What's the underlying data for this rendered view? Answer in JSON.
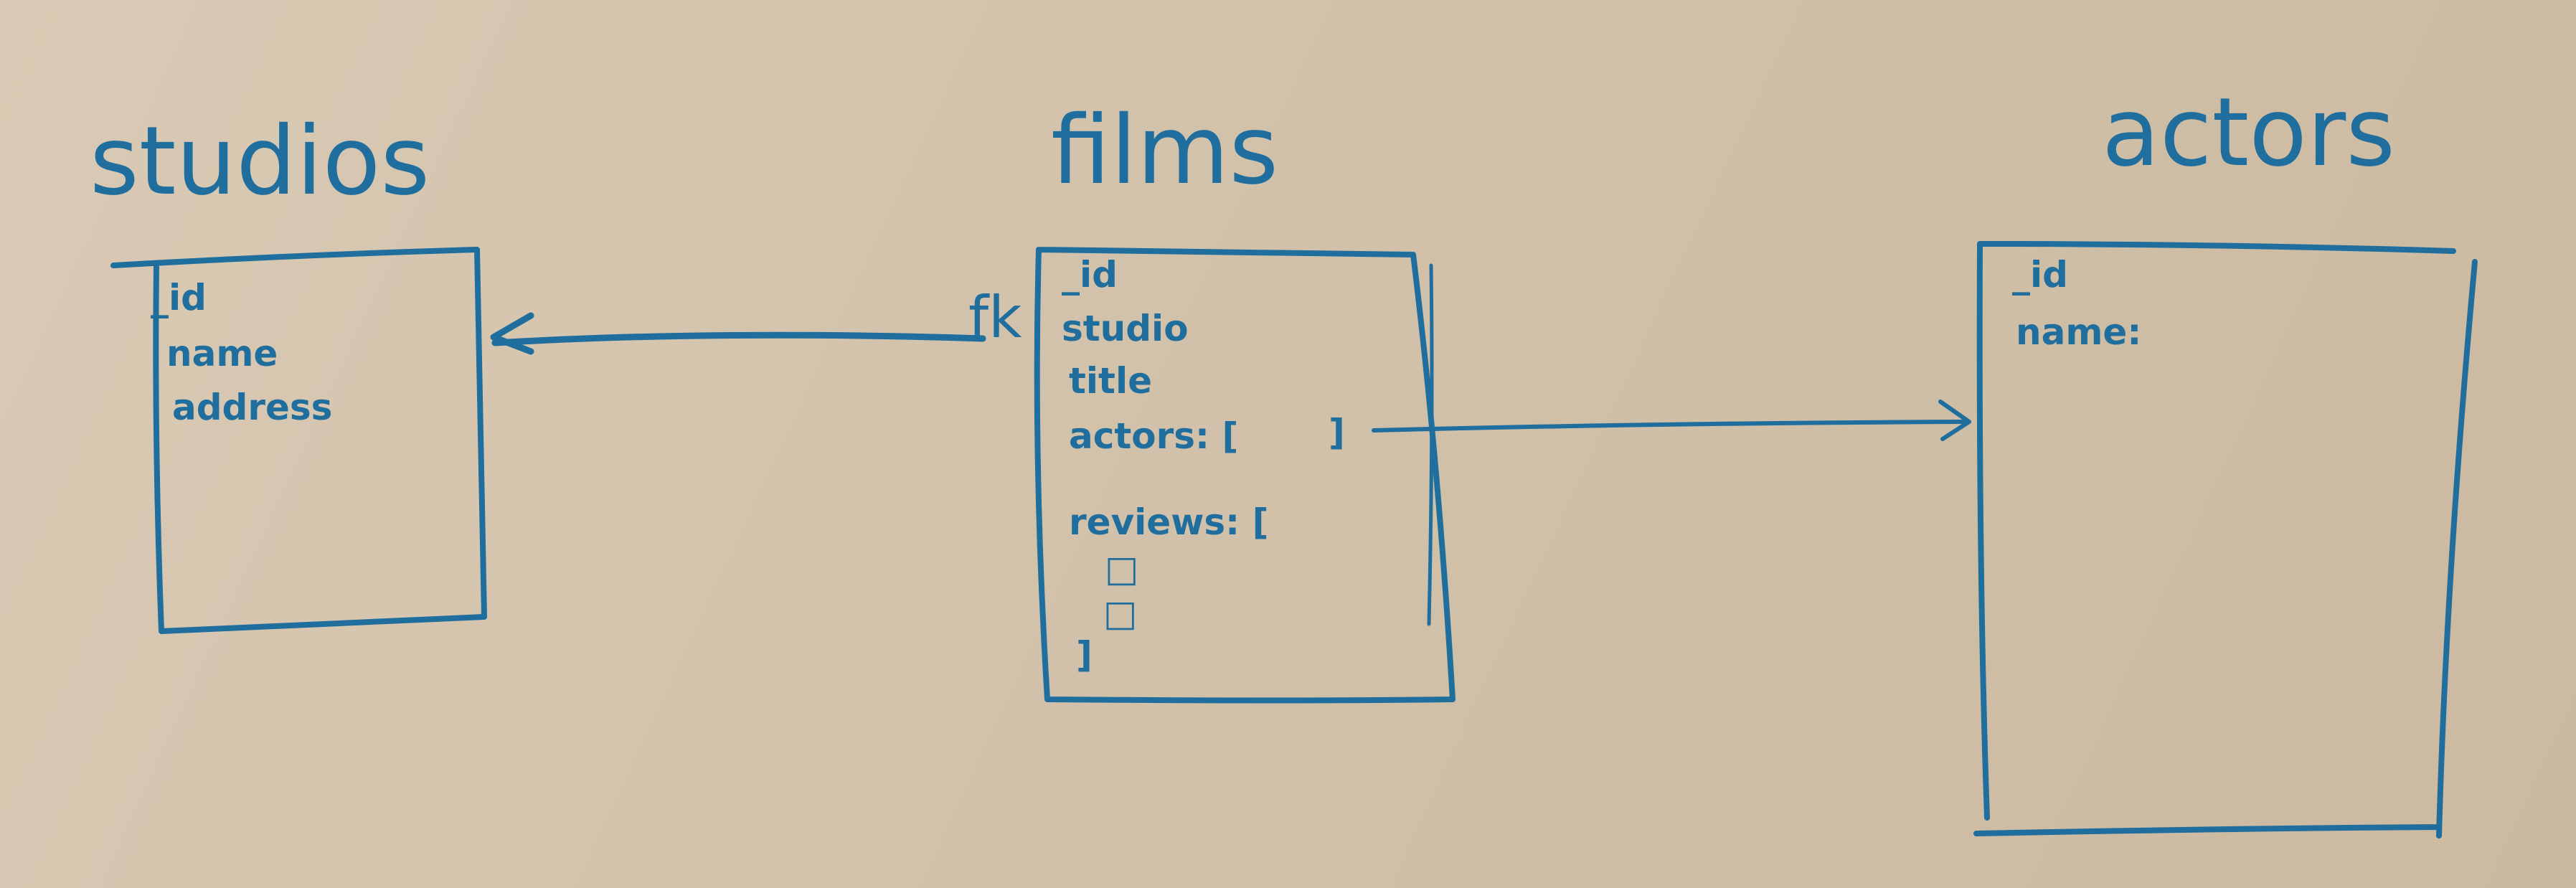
{
  "colors": {
    "board": "#d3c2ab",
    "marker": "#1f6e9e"
  },
  "entities": {
    "studios": {
      "title": "studios",
      "fields": [
        "_id",
        "name",
        "address"
      ]
    },
    "films": {
      "title": "films",
      "fields": [
        "_id",
        "studio",
        "title",
        "actors: [",
        "]",
        "reviews: [",
        "□",
        "□",
        "]"
      ]
    },
    "actors": {
      "title": "actors",
      "fields": [
        "_id",
        "name:"
      ]
    }
  },
  "relations": {
    "films_to_studios": {
      "label": "fk"
    },
    "films_to_actors": {
      "label": ""
    }
  }
}
